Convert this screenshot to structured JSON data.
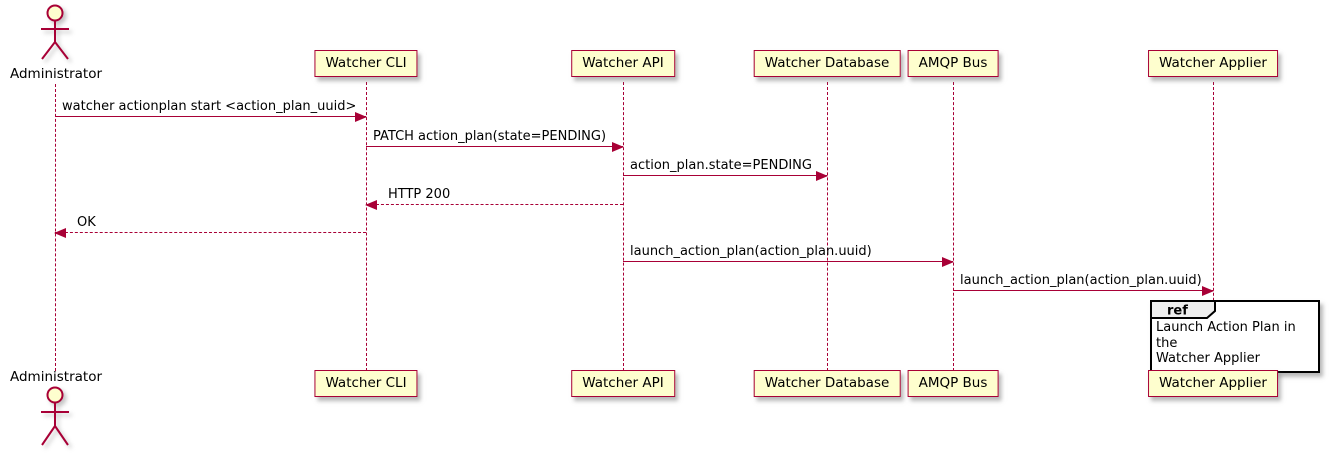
{
  "actor": {
    "name": "Administrator"
  },
  "participants": [
    {
      "name": "Watcher CLI"
    },
    {
      "name": "Watcher API"
    },
    {
      "name": "Watcher Database"
    },
    {
      "name": "AMQP Bus"
    },
    {
      "name": "Watcher Applier"
    }
  ],
  "messages": [
    {
      "from": "Administrator",
      "to": "Watcher CLI",
      "label": "watcher actionplan start <action_plan_uuid>",
      "line": "solid",
      "direction": "right"
    },
    {
      "from": "Watcher CLI",
      "to": "Watcher API",
      "label": "PATCH action_plan(state=PENDING)",
      "line": "solid",
      "direction": "right"
    },
    {
      "from": "Watcher API",
      "to": "Watcher Database",
      "label": "action_plan.state=PENDING",
      "line": "solid",
      "direction": "right"
    },
    {
      "from": "Watcher API",
      "to": "Watcher CLI",
      "label": "HTTP 200",
      "line": "dashed",
      "direction": "left"
    },
    {
      "from": "Watcher CLI",
      "to": "Administrator",
      "label": "OK",
      "line": "dashed",
      "direction": "left"
    },
    {
      "from": "Watcher API",
      "to": "AMQP Bus",
      "label": "launch_action_plan(action_plan.uuid)",
      "line": "solid",
      "direction": "right"
    },
    {
      "from": "AMQP Bus",
      "to": "Watcher Applier",
      "label": "launch_action_plan(action_plan.uuid)",
      "line": "solid",
      "direction": "right"
    }
  ],
  "ref_fragment": {
    "keyword": "ref",
    "text_lines": [
      "Launch Action Plan in the",
      "Watcher Applier"
    ]
  },
  "colors": {
    "participant_fill": "#FEFECE",
    "stroke": "#A80036",
    "text": "#000000",
    "ref_header_fill": "#EEEEEE",
    "ref_border": "#000000",
    "background": "#FFFFFF"
  }
}
